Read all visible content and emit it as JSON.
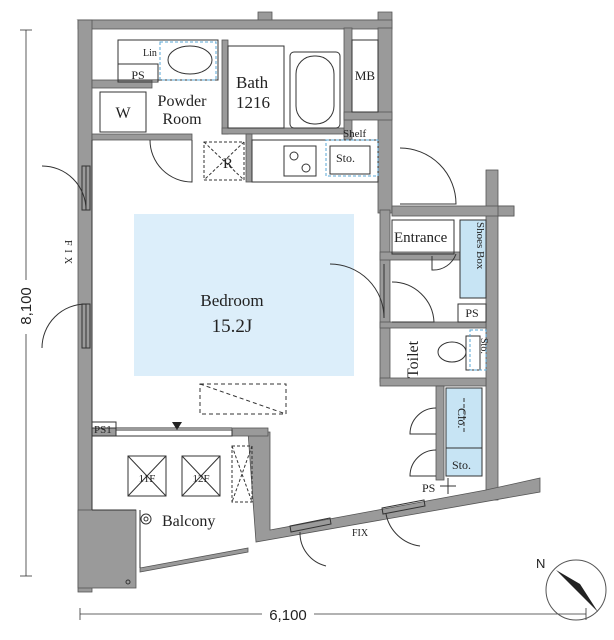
{
  "rooms": {
    "bedroom": "Bedroom",
    "bedroom_size": "15.2J",
    "bath": "Bath",
    "bath_size": "1216",
    "powder_room_line1": "Powder",
    "powder_room_line2": "Room",
    "entrance": "Entrance",
    "toilet": "Toilet",
    "balcony": "Balcony"
  },
  "fixtures": {
    "washer": "W",
    "refrigerator": "R",
    "mb": "MB",
    "shelf": "Shelf",
    "storage": "Sto.",
    "shoes_box": "Shoes Box",
    "closet": "Clo.",
    "ps": "PS",
    "ps1": "PS1",
    "linen": "Lin",
    "unit_11f": "11F",
    "unit_12f": "12F"
  },
  "labels": {
    "fix_left": "FIX",
    "fix_bottom": "FIX"
  },
  "dimensions": {
    "height": "8,100",
    "width": "6,100"
  },
  "compass": {
    "north": "N"
  },
  "colors": {
    "wall": "#9a9a9a",
    "room_highlight": "#dceefa",
    "storage_fill": "#c7e4f4",
    "line": "#333333"
  }
}
